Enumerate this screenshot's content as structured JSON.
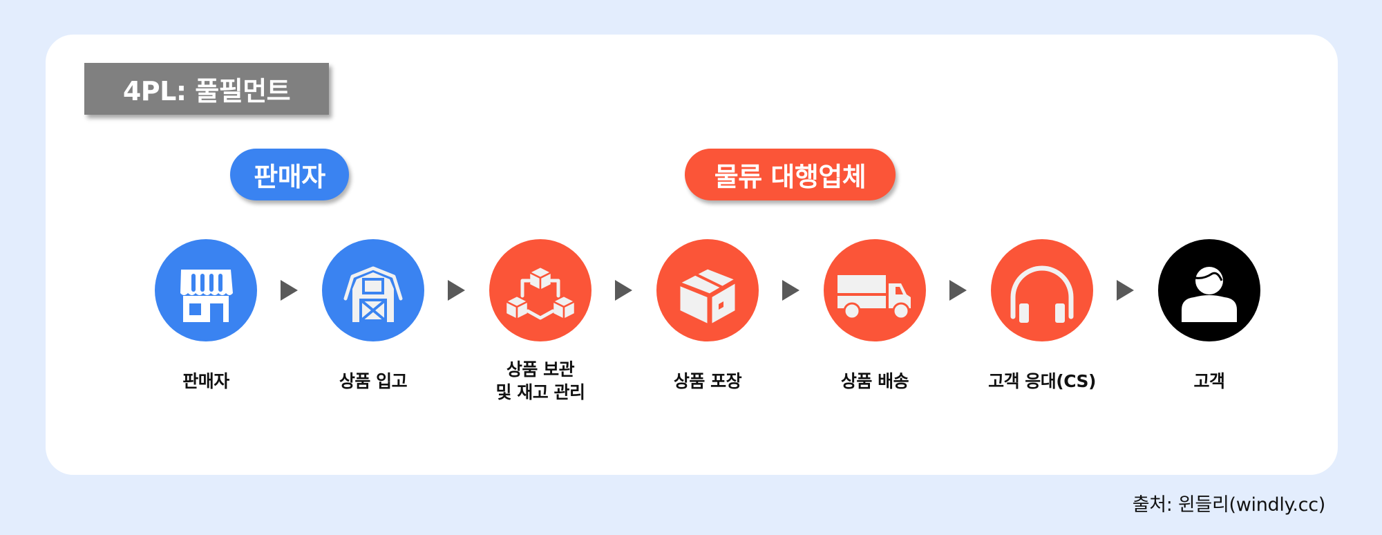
{
  "title": "4PL: 풀필먼트",
  "groups": [
    {
      "label": "판매자",
      "color": "#3a83f1"
    },
    {
      "label": "물류 대행업체",
      "color": "#fb5538"
    }
  ],
  "steps": [
    {
      "label": "판매자",
      "icon": "storefront-icon",
      "color": "#3a83f1"
    },
    {
      "label": "상품 입고",
      "icon": "barn-warehouse-icon",
      "color": "#3a83f1"
    },
    {
      "label": "상품 보관\n및 재고 관리",
      "icon": "connected-boxes-icon",
      "color": "#fb5538"
    },
    {
      "label": "상품 포장",
      "icon": "package-box-icon",
      "color": "#fb5538"
    },
    {
      "label": "상품 배송",
      "icon": "delivery-truck-icon",
      "color": "#fb5538"
    },
    {
      "label": "고객 응대(CS)",
      "icon": "headphones-icon",
      "color": "#fb5538"
    },
    {
      "label": "고객",
      "icon": "customer-person-icon",
      "color": "#000000"
    }
  ],
  "arrow_color": "#595959",
  "footer": "출처: 윈들리(windly.cc)"
}
